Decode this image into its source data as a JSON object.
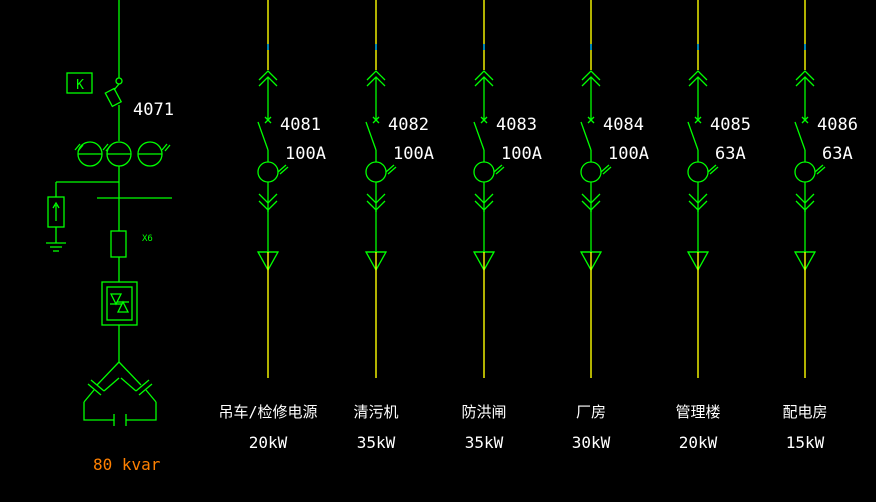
{
  "colors": {
    "background": "#000000",
    "bus_line": "#ffff00",
    "green": "#00ff00",
    "white": "#ffffff",
    "accent_orange": "#ff8000",
    "cyan": "#00bfff"
  },
  "incomer": {
    "k_box_label": "K",
    "breaker_id": "4071",
    "fuse_label": "X6",
    "capacity_label": "80 kvar"
  },
  "feeders": [
    {
      "id": "4081",
      "rating": "100A",
      "name": "吊车/检修电源",
      "power": "20kW"
    },
    {
      "id": "4082",
      "rating": "100A",
      "name": "清污机",
      "power": "35kW"
    },
    {
      "id": "4083",
      "rating": "100A",
      "name": "防洪闸",
      "power": "35kW"
    },
    {
      "id": "4084",
      "rating": "100A",
      "name": "厂房",
      "power": "30kW"
    },
    {
      "id": "4085",
      "rating": "63A",
      "name": "管理楼",
      "power": "20kW"
    },
    {
      "id": "4086",
      "rating": "63A",
      "name": "配电房",
      "power": "15kW"
    }
  ]
}
